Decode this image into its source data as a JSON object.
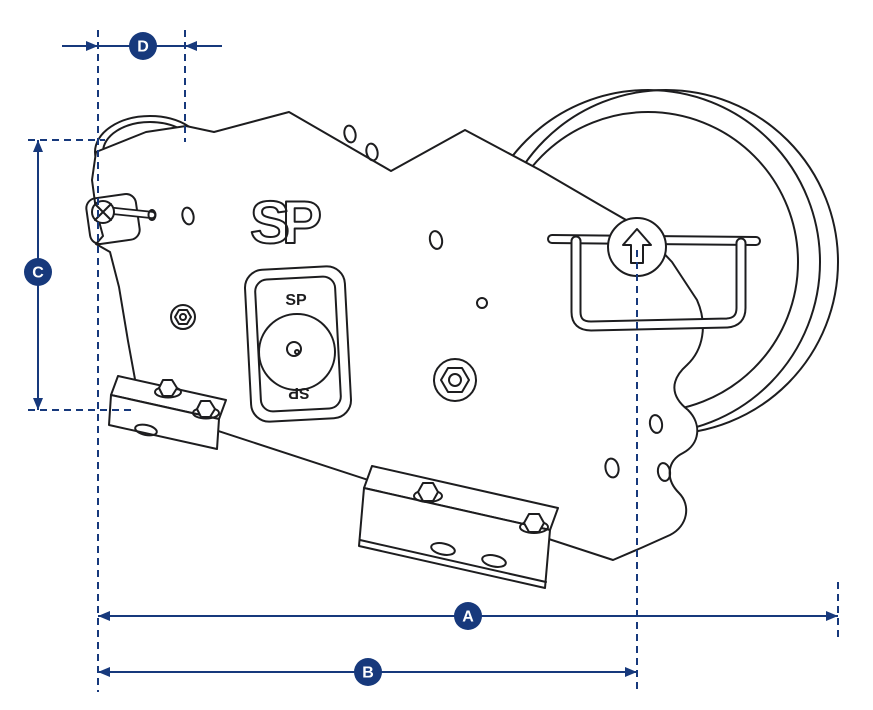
{
  "colors": {
    "background": "#ffffff",
    "line_ink": "#1d1d1f",
    "dimension_blue": "#17397c",
    "dimension_label_text": "#ffffff"
  },
  "dimensions": {
    "a": {
      "label": "A",
      "orientation": "horizontal"
    },
    "b": {
      "label": "B",
      "orientation": "horizontal"
    },
    "c": {
      "label": "C",
      "orientation": "vertical"
    },
    "d": {
      "label": "D",
      "orientation": "horizontal"
    }
  },
  "branding": {
    "logo": "SP"
  },
  "load_cell": {
    "top_text": "SP",
    "bottom_text": "SP"
  },
  "icons": {
    "load_direction_arrow": "up-arrow-outline"
  }
}
